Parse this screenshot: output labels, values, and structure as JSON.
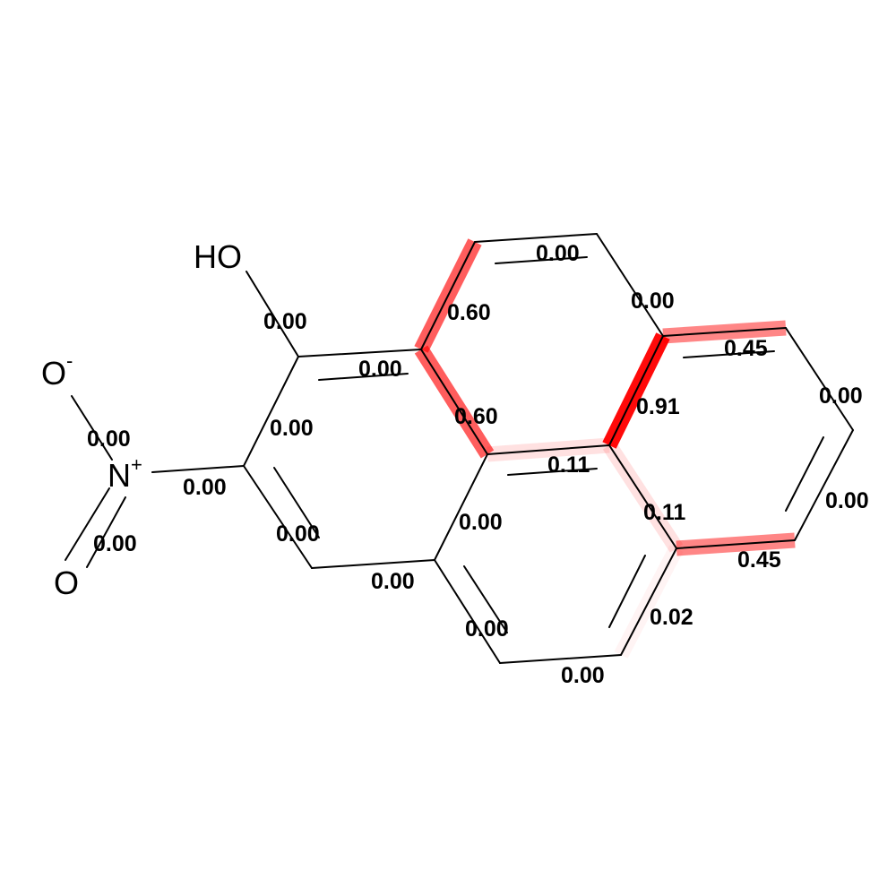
{
  "atoms": [
    {
      "id": "O_minus",
      "label": "O",
      "charge": "-"
    },
    {
      "id": "N_plus",
      "label": "N",
      "charge": "+"
    },
    {
      "id": "O_nitro",
      "label": "O",
      "charge": ""
    },
    {
      "id": "HO",
      "label": "HO",
      "charge": ""
    }
  ],
  "bonds": [
    {
      "id": "b01",
      "value": "0.60",
      "weight": 0.6
    },
    {
      "id": "b02",
      "value": "0.60",
      "weight": 0.6
    },
    {
      "id": "b03",
      "value": "0.91",
      "weight": 0.91
    },
    {
      "id": "b04",
      "value": "0.45",
      "weight": 0.45
    },
    {
      "id": "b05",
      "value": "0.45",
      "weight": 0.45
    },
    {
      "id": "b06",
      "value": "0.11",
      "weight": 0.11
    },
    {
      "id": "b07",
      "value": "0.11",
      "weight": 0.11
    },
    {
      "id": "b08",
      "value": "0.02",
      "weight": 0.02
    },
    {
      "id": "b09",
      "value": "0.00",
      "weight": 0.0
    },
    {
      "id": "b10",
      "value": "0.00",
      "weight": 0.0
    },
    {
      "id": "b11",
      "value": "0.00",
      "weight": 0.0
    },
    {
      "id": "b12",
      "value": "0.00",
      "weight": 0.0
    },
    {
      "id": "b13",
      "value": "0.00",
      "weight": 0.0
    },
    {
      "id": "b14",
      "value": "0.00",
      "weight": 0.0
    },
    {
      "id": "b15",
      "value": "0.00",
      "weight": 0.0
    },
    {
      "id": "b16",
      "value": "0.00",
      "weight": 0.0
    },
    {
      "id": "b17",
      "value": "0.00",
      "weight": 0.0
    },
    {
      "id": "b18",
      "value": "0.00",
      "weight": 0.0
    },
    {
      "id": "b19",
      "value": "0.00",
      "weight": 0.0
    },
    {
      "id": "b20",
      "value": "0.00",
      "weight": 0.0
    },
    {
      "id": "b21",
      "value": "0.00",
      "weight": 0.0
    },
    {
      "id": "b22",
      "value": "0.00",
      "weight": 0.0
    },
    {
      "id": "b23",
      "value": "0.00",
      "weight": 0.0
    }
  ],
  "colors": {
    "highlight": "#ff0000",
    "bond": "#000000",
    "label": "#000000",
    "background": "#ffffff"
  }
}
